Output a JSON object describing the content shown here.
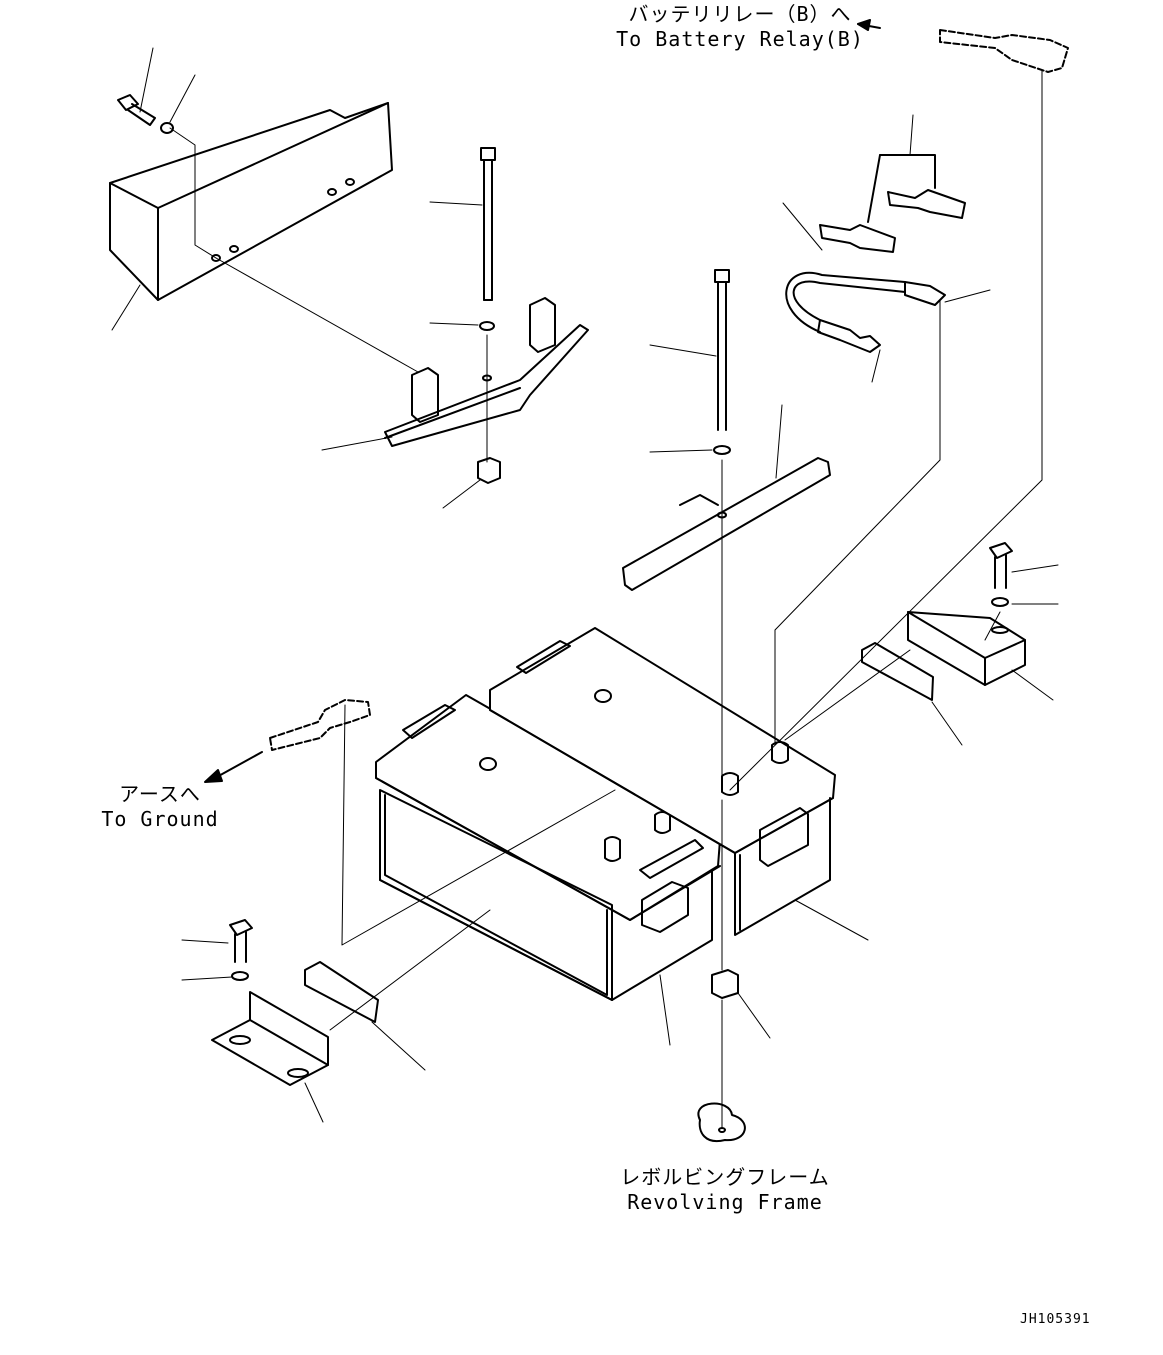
{
  "labels": {
    "battery_relay_jp": "バッテリリレー（B）へ",
    "battery_relay_en": "To Battery Relay(B)",
    "ground_jp": "アースへ",
    "ground_en": "To Ground",
    "frame_jp": "レボルビングフレーム",
    "frame_en": "Revolving Frame",
    "drawing_code": "JH105391"
  }
}
